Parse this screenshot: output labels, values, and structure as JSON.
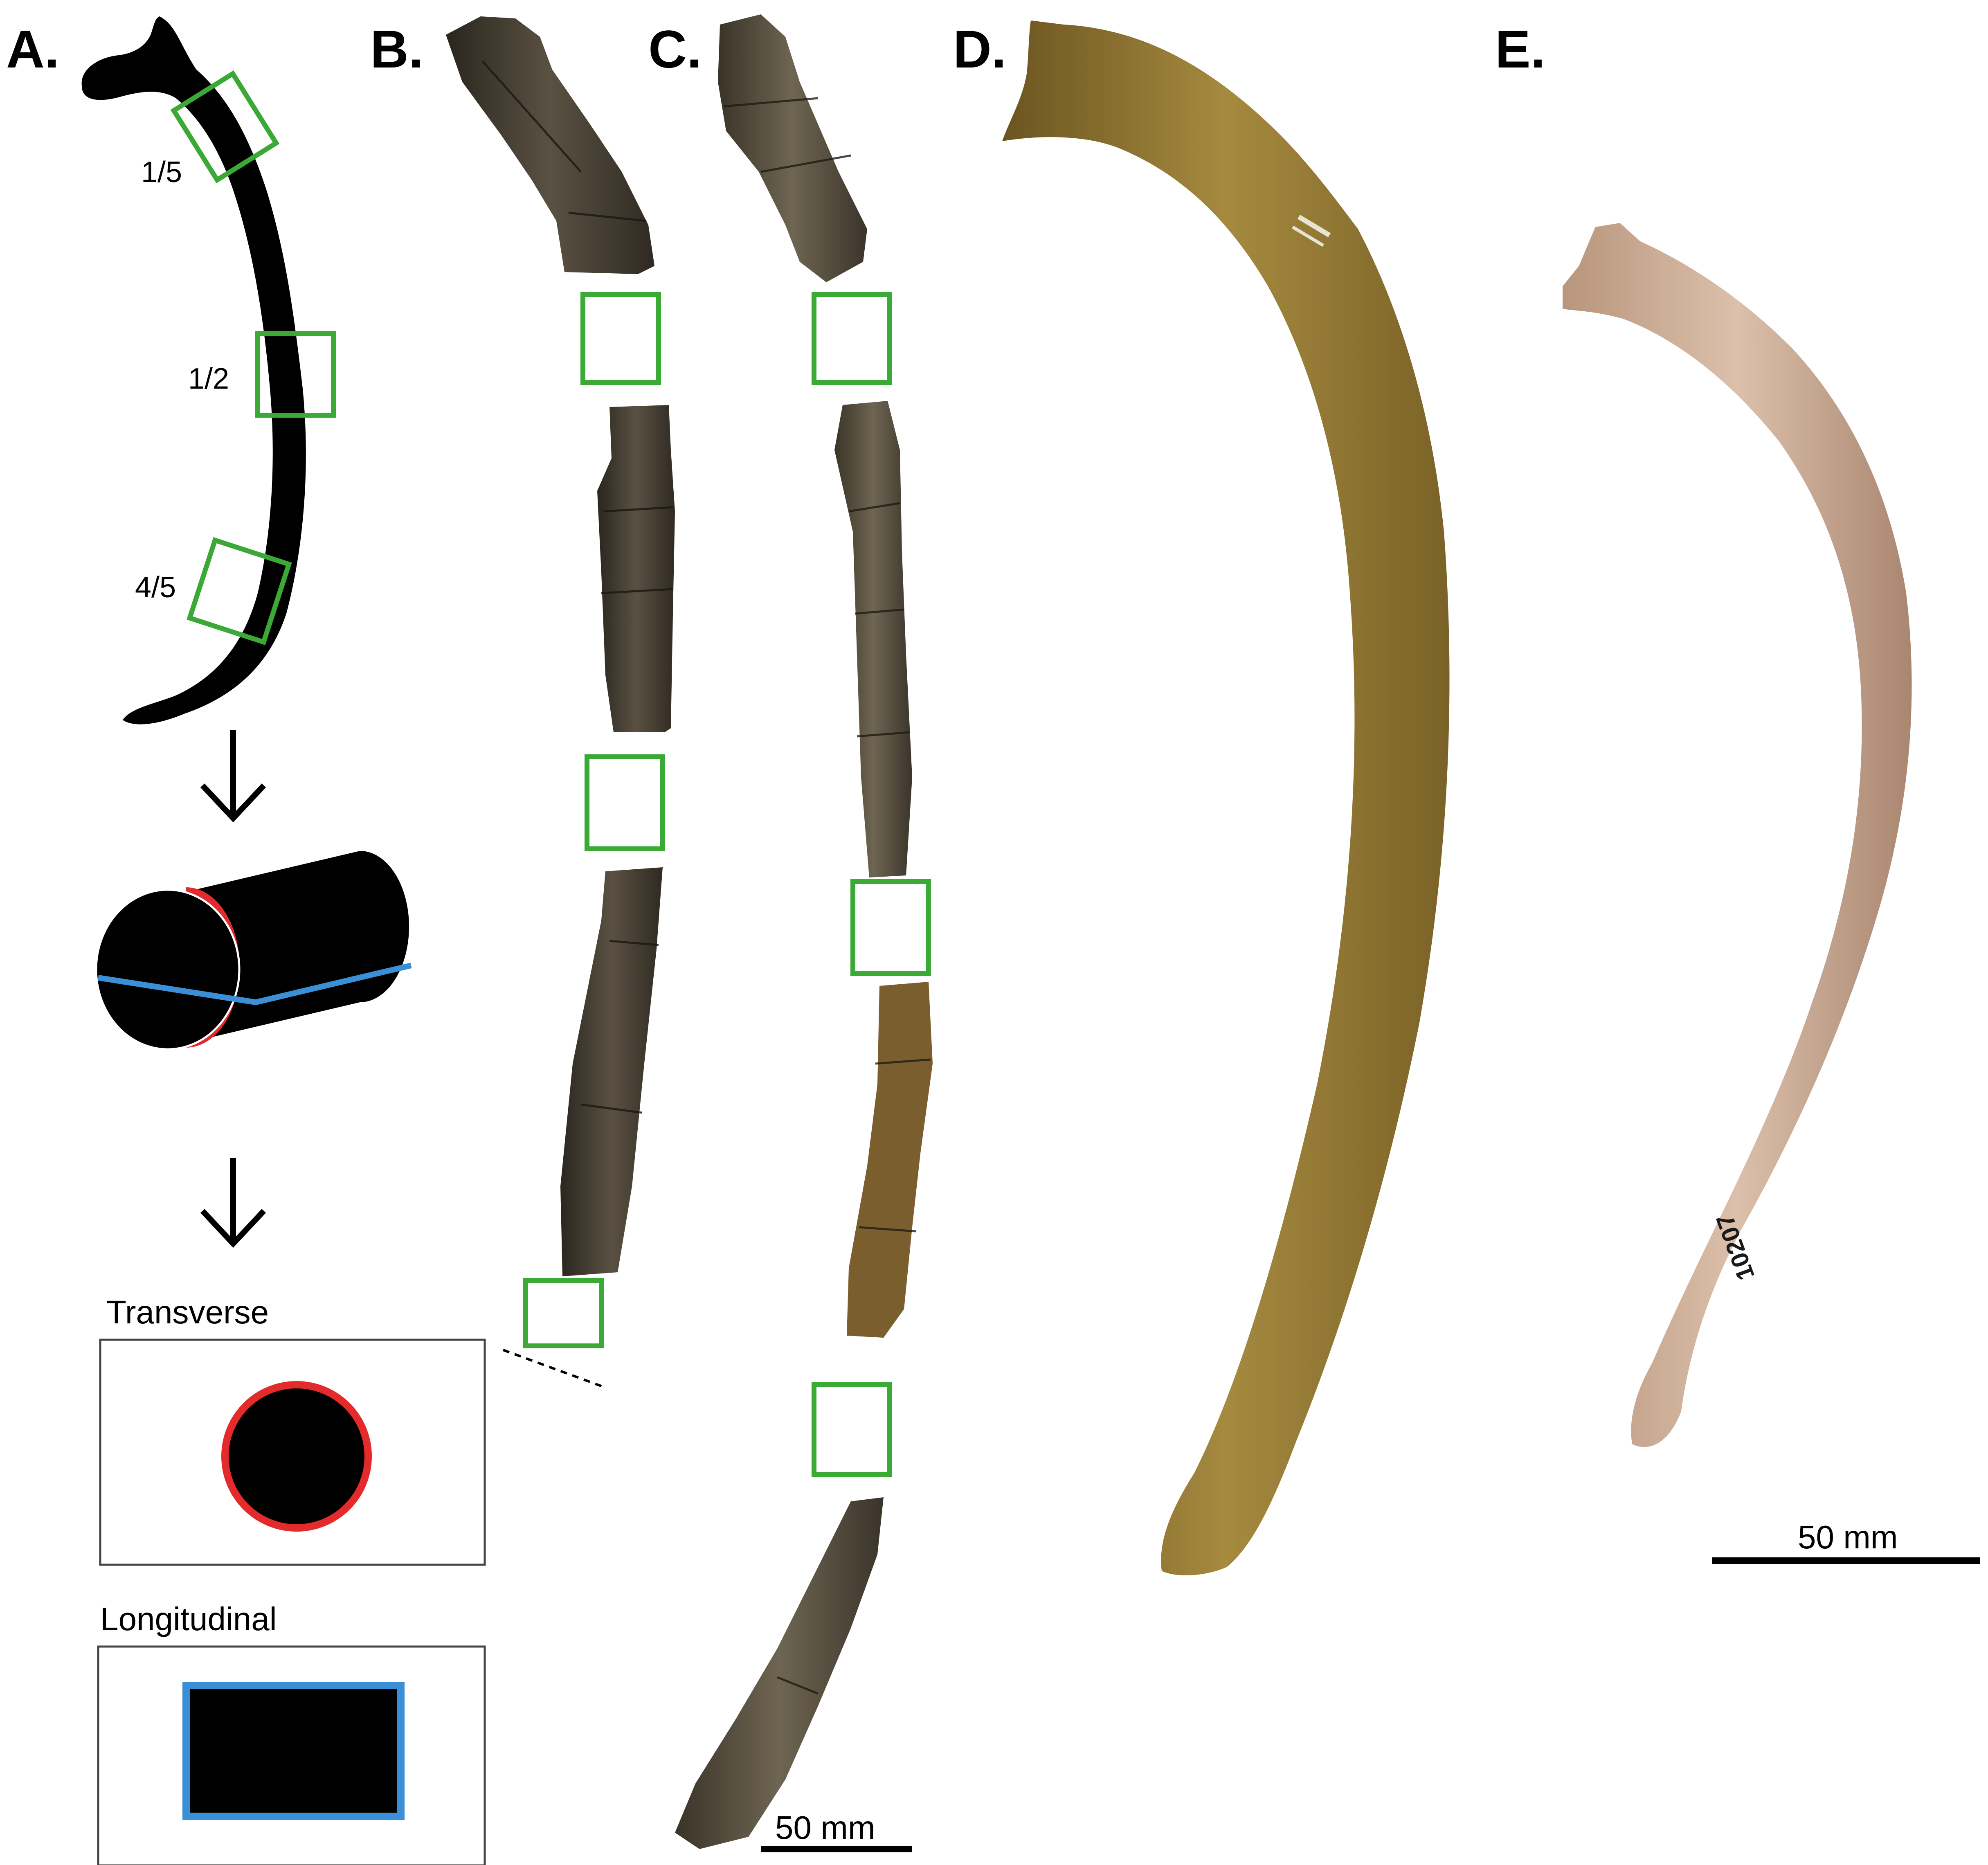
{
  "panels": {
    "a": "A.",
    "b": "B.",
    "c": "C.",
    "d": "D.",
    "e": "E."
  },
  "sampling_locations": [
    "1/5",
    "1/2",
    "4/5"
  ],
  "section_planes": {
    "transverse": "Transverse",
    "longitudinal": "Longitudinal"
  },
  "scale_bars": {
    "fossil_scale": "50 mm",
    "modern_scale": "50 mm"
  },
  "specimen_number": "10207",
  "colors": {
    "sample_box": "#3aa935",
    "transverse_outline": "#e32b2b",
    "longitudinal_outline": "#3b8fd6",
    "fossil_rib": "#3e3a30",
    "rib_d": "#8a6f2c",
    "rib_e": "#c9a88e"
  }
}
